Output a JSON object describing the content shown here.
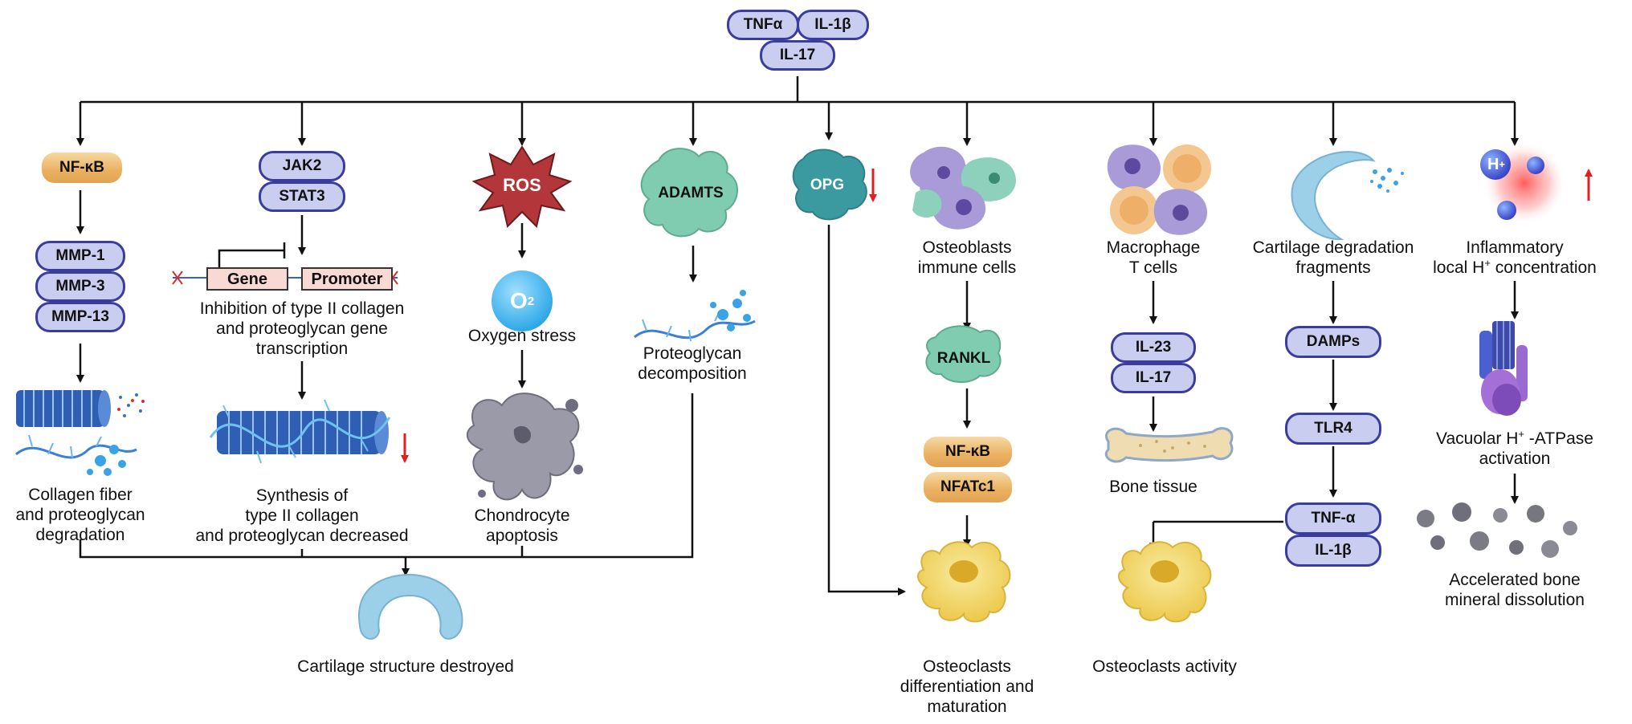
{
  "top": {
    "tnf": "TNFα",
    "il1b": "IL-1β",
    "il17": "IL-17"
  },
  "col1": {
    "nfkb": "NF-κB",
    "mmp": [
      "MMP-1",
      "MMP-3",
      "MMP-13"
    ],
    "label": [
      "Collagen fiber",
      "and proteoglycan",
      "degradation"
    ]
  },
  "col2": {
    "jak2": "JAK2",
    "stat3": "STAT3",
    "gene": "Gene",
    "promoter": "Promoter",
    "inhibition": [
      "Inhibition of type II collagen",
      "and proteoglycan gene",
      "transcription"
    ],
    "synthesis": [
      "Synthesis of",
      "type II collagen",
      "and proteoglycan decreased"
    ]
  },
  "col3": {
    "ros": "ROS",
    "o2": "O",
    "o2_sub": "2",
    "oxygen": "Oxygen stress",
    "apoptosis": [
      "Chondrocyte",
      "apoptosis"
    ]
  },
  "col4": {
    "adamts": "ADAMTS",
    "label": [
      "Proteoglycan",
      "decomposition"
    ]
  },
  "cartilage_destroyed": "Cartilage structure destroyed",
  "col5": {
    "opg": "OPG"
  },
  "col6": {
    "cells": [
      "Osteoblasts",
      "immune cells"
    ],
    "rankl": "RANKL",
    "nfkb": "NF-κB",
    "nfatc1": "NFATc1",
    "result": [
      "Osteoclasts",
      "differentiation and",
      "maturation"
    ]
  },
  "col7": {
    "cells": [
      "Macrophage",
      "T cells"
    ],
    "il23": "IL-23",
    "il17": "IL-17",
    "bone": "Bone tissue",
    "result": "Osteoclasts activity"
  },
  "col8": {
    "fragments": [
      "Cartilage degradation",
      "fragments"
    ],
    "damps": "DAMPs",
    "tlr4": "TLR4",
    "tnf": "TNF-α",
    "il1b": "IL-1β"
  },
  "col9": {
    "h_symbol": "H",
    "h_plus": "+",
    "inflam_line1": "Inflammatory",
    "inflam_line2a": "local H",
    "inflam_line2b": " concentration",
    "vac_a": "Vacuolar H",
    "vac_b": " -ATPase",
    "vac_line2": "activation",
    "mineral": [
      "Accelerated bone",
      "mineral dissolution"
    ]
  },
  "colors": {
    "pill_fill": "#c9cdf0",
    "pill_border": "#3a3d9e",
    "orange": "#eab060",
    "ros": "#b3363a",
    "red_arrow": "#e02020",
    "cartilage": "#9ccfe8",
    "osteoclast": "#f3dc79"
  }
}
